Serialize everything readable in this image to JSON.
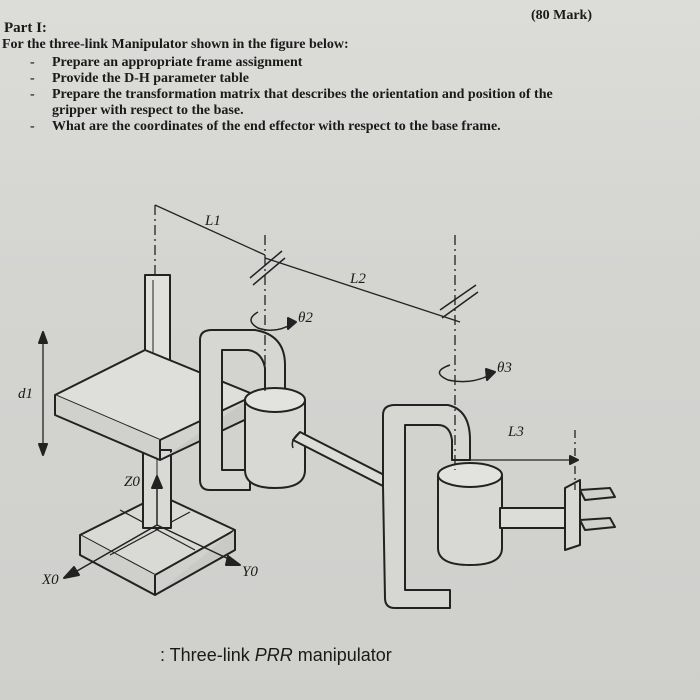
{
  "header": {
    "marks": "(80 Mark)",
    "part_title": "Part I:",
    "intro": "For the three-link Manipulator shown in the figure below:"
  },
  "tasks": [
    "Prepare an appropriate frame assignment",
    "Provide the D-H parameter table",
    "Prepare the transformation matrix that describes the orientation and position of the gripper with respect to the base.",
    "What are the coordinates of the end effector with respect to the base frame."
  ],
  "figure": {
    "labels": {
      "L1": "L1",
      "L2": "L2",
      "L3": "L3",
      "theta2": "θ2",
      "theta3": "θ3",
      "d1": "d1",
      "Z0": "Z0",
      "X0": "X0",
      "Y0": "Y0"
    },
    "caption_prefix": ": Three-link ",
    "caption_italic": "PRR",
    "caption_suffix": " manipulator"
  }
}
